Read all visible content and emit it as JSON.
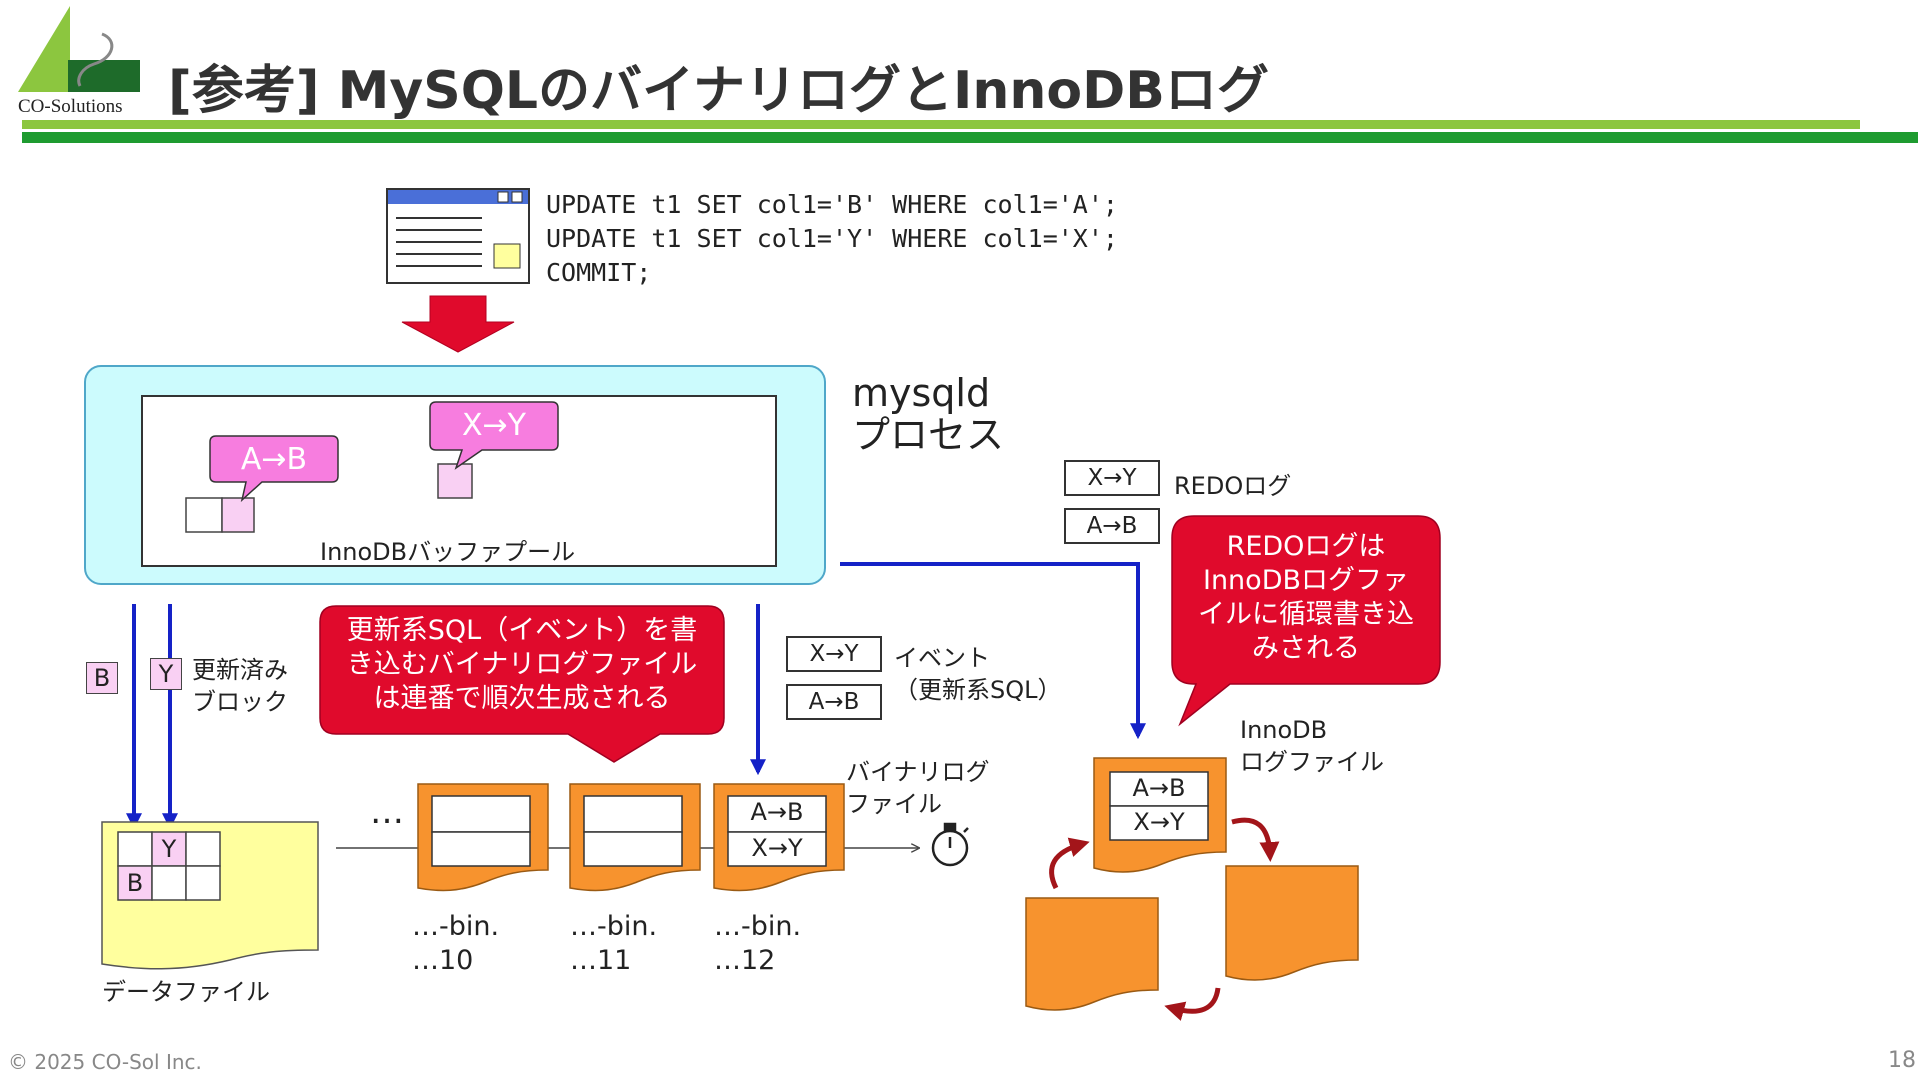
{
  "logo": {
    "text": "CO-Solutions"
  },
  "title": "[参考] MySQLのバイナリログとInnoDBログ",
  "sql_lines": [
    "UPDATE t1 SET col1='B' WHERE col1='A';",
    "UPDATE t1 SET col1='Y' WHERE col1='X';",
    "COMMIT;"
  ],
  "mysqld": {
    "line1": "mysqld",
    "line2": "プロセス"
  },
  "buffer_pool": {
    "label": "InnoDBバッファプール",
    "change_ab": "A→B",
    "change_xy": "X→Y"
  },
  "updated_blocks": {
    "b": "B",
    "y": "Y",
    "label_line1": "更新済み",
    "label_line2": "ブロック"
  },
  "data_file": {
    "label": "データファイル",
    "cell_y": "Y",
    "cell_b": "B"
  },
  "binlog_callout": {
    "line1": "更新系SQL（イベント）を書",
    "line2": "き込むバイナリログファイル",
    "line3": "は連番で順次生成される"
  },
  "events": {
    "xy": "X→Y",
    "ab": "A→B",
    "label_line1": "イベント",
    "label_line2": "（更新系SQL）"
  },
  "binlog_files": {
    "label_line1": "バイナリログ",
    "label_line2": "ファイル",
    "ellipsis": "…",
    "file_ab": "A→B",
    "file_xy": "X→Y",
    "names": [
      {
        "line1": "…-bin.",
        "line2": "…10"
      },
      {
        "line1": "…-bin.",
        "line2": "…11"
      },
      {
        "line1": "…-bin.",
        "line2": "…12"
      }
    ]
  },
  "redo": {
    "xy": "X→Y",
    "ab": "A→B",
    "label": "REDOログ"
  },
  "redo_callout": {
    "line1": "REDOログは",
    "line2": "InnoDBログファ",
    "line3": "イルに循環書き込",
    "line4": "みされる"
  },
  "innodb_logfile": {
    "label_line1": "InnoDB",
    "label_line2": "ログファイル",
    "ab": "A→B",
    "xy": "X→Y"
  },
  "footer": {
    "copyright": "© 2025 CO-Sol Inc.",
    "page": "18"
  },
  "colors": {
    "accent_green": "#8cc63f",
    "dark_green": "#1e9b30",
    "callout_red": "#e00a2c",
    "orange": "#f7932e",
    "arrow_blue": "#1522c7",
    "pink": "#f77ddf",
    "light_cyan": "#ccfbfd",
    "file_yellow": "#ffff9e"
  }
}
